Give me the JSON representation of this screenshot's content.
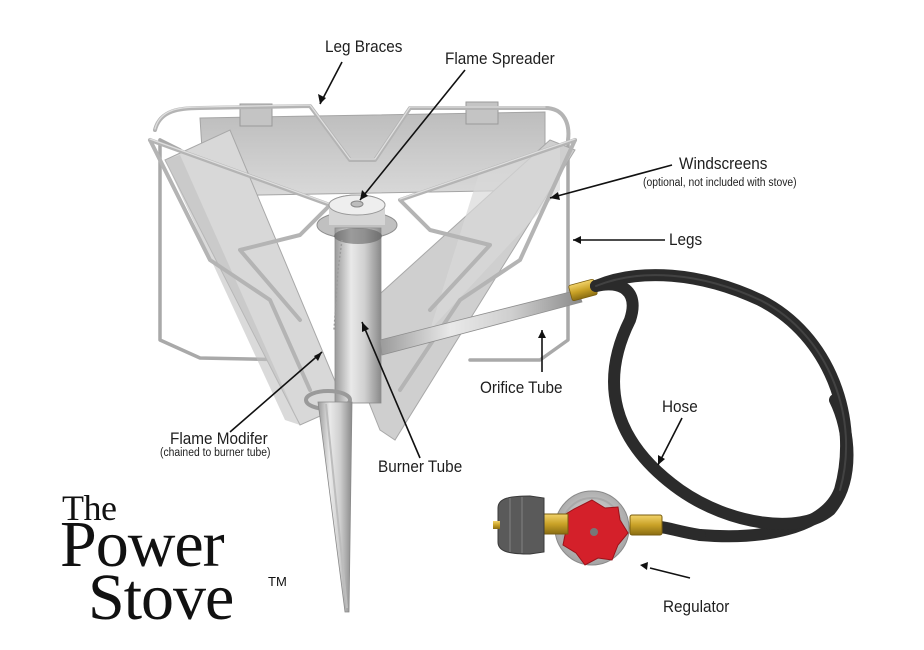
{
  "diagram": {
    "title_logo": {
      "line1": "The",
      "line2": "Power",
      "line3": "Stove",
      "trademark": "TM"
    },
    "labels": {
      "leg_braces": "Leg Braces",
      "flame_spreader": "Flame Spreader",
      "windscreens": "Windscreens",
      "windscreens_note": "(optional, not included with stove)",
      "legs": "Legs",
      "orifice_tube": "Orifice Tube",
      "hose": "Hose",
      "flame_modifier": "Flame Modifer",
      "flame_modifier_note": "(chained to burner tube)",
      "burner_tube": "Burner Tube",
      "regulator": "Regulator"
    },
    "colors": {
      "steel": "#c9c9c9",
      "steel_dark": "#8e8e8e",
      "hose": "#2b2b2b",
      "brass": "#c9a227",
      "regulator_knob": "#d4202a",
      "regulator_body": "#bdbdbd",
      "tank_connector": "#5a5a5a"
    }
  }
}
